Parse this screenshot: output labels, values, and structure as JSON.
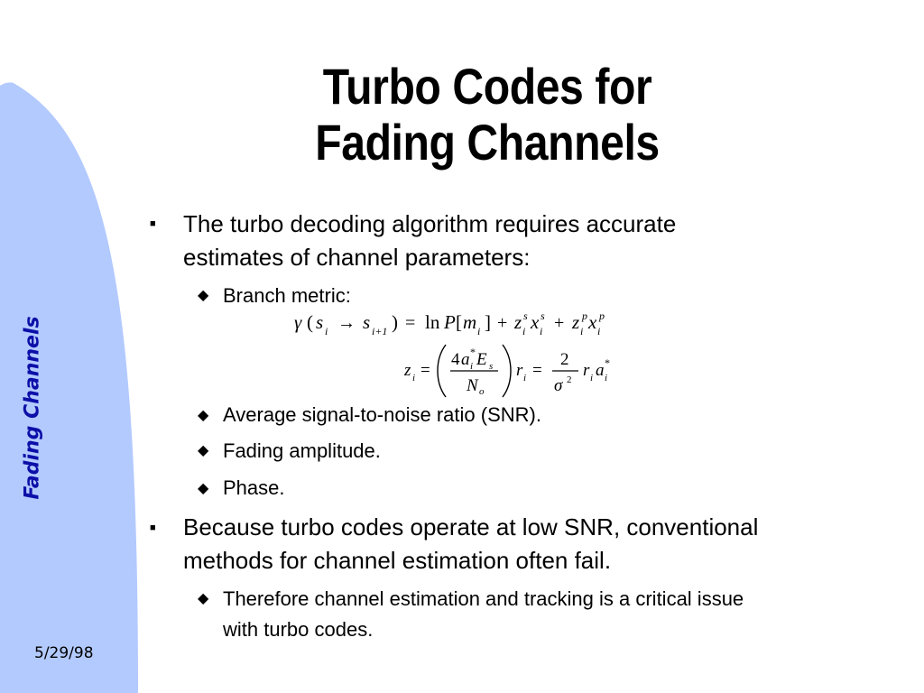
{
  "slide": {
    "title_line1": "Turbo Codes for",
    "title_line2": "Fading Channels",
    "side_title": "Fading Channels",
    "date": "5/29/98"
  },
  "bullets": [
    {
      "lines": [
        "The turbo decoding algorithm requires accurate",
        "estimates of channel parameters:"
      ],
      "sub": [
        "Branch metric:",
        "Average signal-to-noise ratio (SNR).",
        "Fading amplitude.",
        "Phase."
      ]
    },
    {
      "lines": [
        "Because turbo codes operate at low SNR, conventional",
        "methods for channel estimation often fail."
      ],
      "sub": [
        "Therefore channel estimation and tracking is a critical issue",
        "with turbo codes."
      ]
    }
  ],
  "symbols": {
    "square_bullet": "■",
    "diamond_bullet": "◆"
  },
  "equations": {
    "branch_metric": {
      "gamma": "γ",
      "lparen": "(",
      "s": "s",
      "i": "i",
      "arrow": "→",
      "ip1": "i+1",
      "rparen": ")",
      "eq": "=",
      "ln": "ln",
      "P": "P",
      "lbr": "[",
      "m": "m",
      "rbr": "]",
      "plus": "+",
      "z": "z",
      "x": "x",
      "sup_s": "s",
      "sup_p": "p"
    },
    "z_def": {
      "z": "z",
      "i": "i",
      "eq": "=",
      "four": "4",
      "a": "a",
      "star": "*",
      "E": "E",
      "sub_s": "s",
      "N": "N",
      "sub_o": "o",
      "r": "r",
      "two": "2",
      "sigma": "σ",
      "sq": "2"
    }
  },
  "colors": {
    "sidebar": "#b3caff",
    "side_title": "#0d0fa8"
  }
}
